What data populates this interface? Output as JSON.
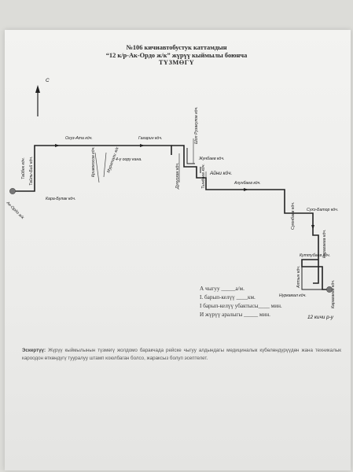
{
  "title": {
    "line1": "№106 кичиавтобустук каттамдын",
    "line2": "“12 к/р-Ак-Ордо ж/к” жүрүү кыймылы боюнча",
    "line3": "ТҮЗМӨГҮ"
  },
  "map": {
    "compass": "С",
    "streets": {
      "taybek": "Тайбек кӧч.",
      "taylyk": "Тайлы-Бий кӧч.",
      "kara_bulak": "Кара-Булак кӧч.",
      "ak_ordo": "Ак-Ордо ж/к",
      "oguz_ata": "Огуз-Ата кӧч.",
      "gagarin": "Гагарин кӧч.",
      "sh_ruzakulov": "Шоп Рузакулов кӧч.",
      "krivkosko": "Кривокосов кӧч.",
      "murataliev": "Муратали ж/к",
      "four_uroy": "4-ү оору кана.",
      "zhunbaeva": "Жунбаев кӧч.",
      "chynybekov": "Дунускан кӧч.",
      "tyndaev": "Тындаев кӧч.",
      "ayni": "Айни кӧч.",
      "akhunbaev": "Ахунбаев кӧч.",
      "suyunbaev": "Суюнбаев кӧч.",
      "sukhe_bator": "Сухэ-Батор кӧч.",
      "kurtulaeva": "Куттубаев кӧч.",
      "karagaeva": "Карагаева кӧч.",
      "altyn_kosh": "Алтын кӧч.",
      "nurkamal": "Нуркамал кӧч.",
      "karagaeva2": "Карагаева кӧч.",
      "end_12": "12 кичи р-у"
    }
  },
  "info": {
    "line1": "А чыгуу _____а/м.",
    "line2": "I. барып-келүү ____км.",
    "line3": "I барып-келүү убактысы____ мин.",
    "line4": "И жүрүү аралыгы _____ мин."
  },
  "note": {
    "label": "Эскертүү:",
    "text": "Жүрүү кыймылынын түзмөгү жолдомо баракчада рейске чыгуу алдындагы медициналык күбөлөндүрүүдөн жана техникалык кароодон өткөндүгү тууралуу штамп коюлбаган болсо, жараксыз болуп эсептелет."
  }
}
